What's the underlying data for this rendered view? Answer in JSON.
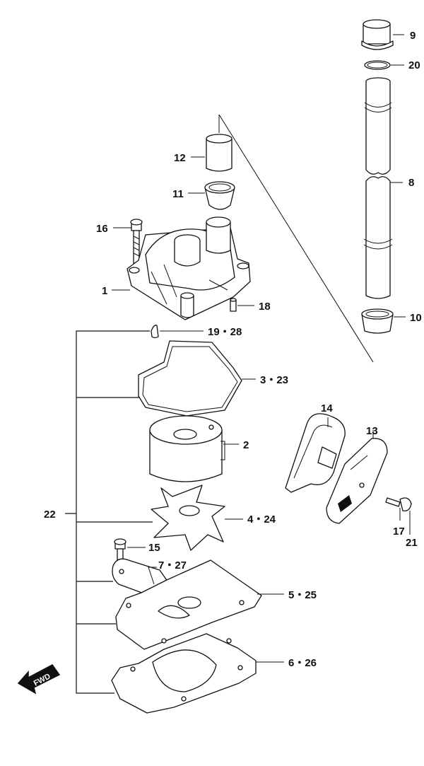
{
  "parts": [
    {
      "id": "p1",
      "label": "1"
    },
    {
      "id": "p2",
      "label": "2"
    },
    {
      "id": "p3",
      "label": "3・23"
    },
    {
      "id": "p4",
      "label": "4・24"
    },
    {
      "id": "p5",
      "label": "5・25"
    },
    {
      "id": "p6",
      "label": "6・26"
    },
    {
      "id": "p7",
      "label": "7・27"
    },
    {
      "id": "p8",
      "label": "8"
    },
    {
      "id": "p9",
      "label": "9"
    },
    {
      "id": "p10",
      "label": "10"
    },
    {
      "id": "p11",
      "label": "11"
    },
    {
      "id": "p12",
      "label": "12"
    },
    {
      "id": "p13",
      "label": "13"
    },
    {
      "id": "p14",
      "label": "14"
    },
    {
      "id": "p15",
      "label": "15"
    },
    {
      "id": "p16",
      "label": "16"
    },
    {
      "id": "p17",
      "label": "17"
    },
    {
      "id": "p18",
      "label": "18"
    },
    {
      "id": "p19",
      "label": "19・28"
    },
    {
      "id": "p20",
      "label": "20"
    },
    {
      "id": "p21",
      "label": "21"
    },
    {
      "id": "p22",
      "label": "22"
    }
  ],
  "fwd_badge": "FWD"
}
